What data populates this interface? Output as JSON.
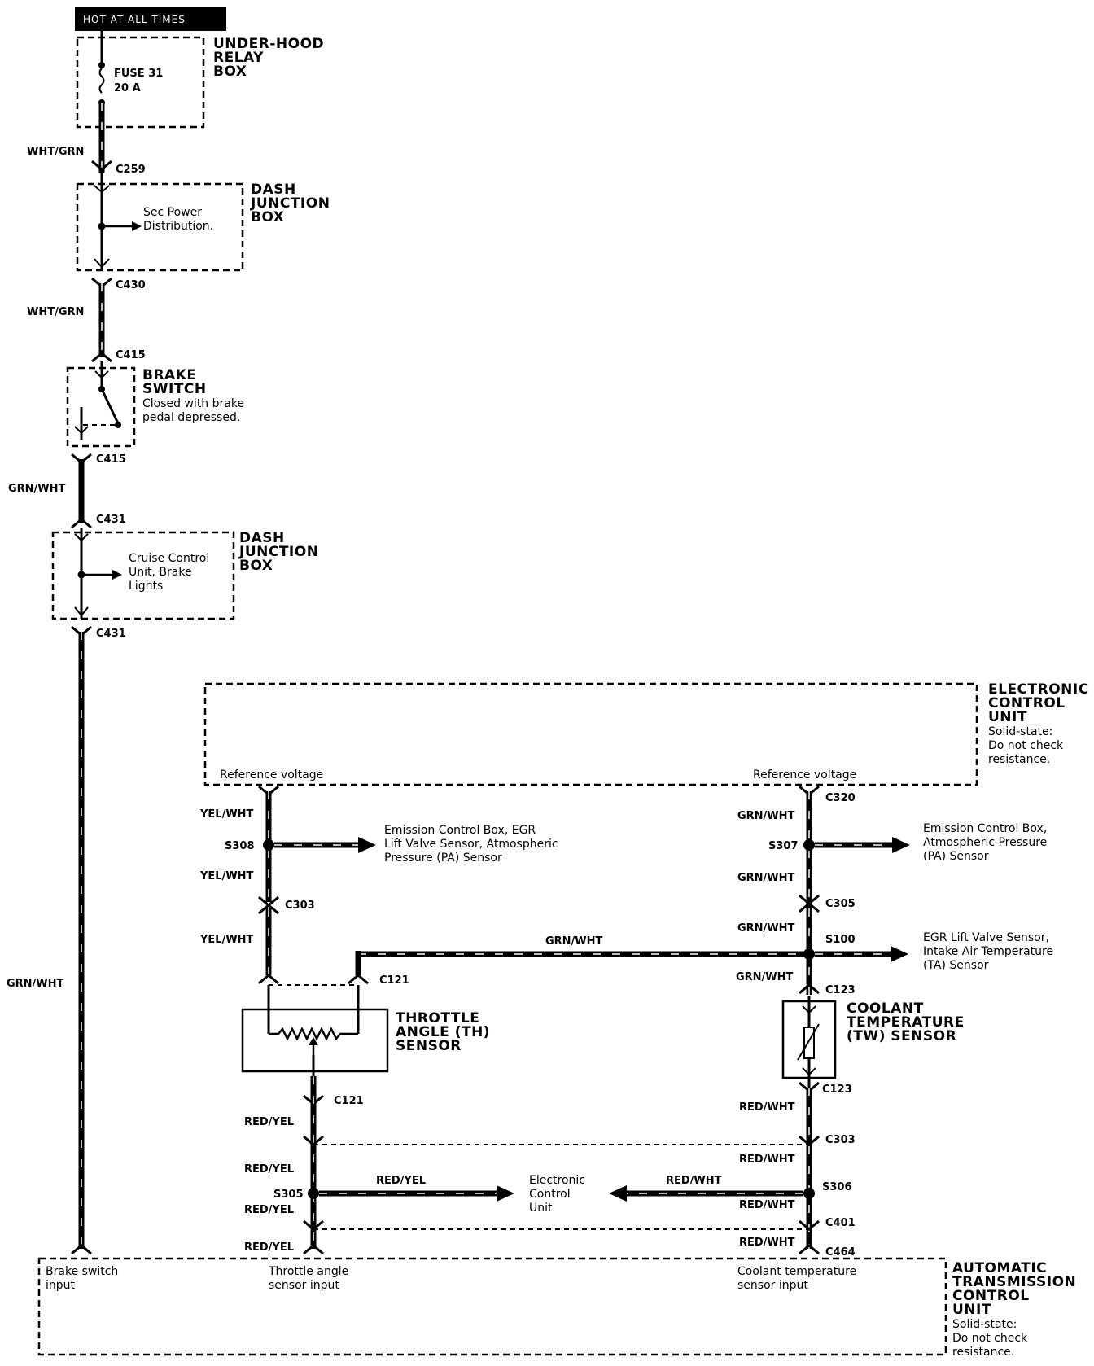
{
  "header": {
    "hot_label": "HOT AT ALL TIMES"
  },
  "under_hood_box": {
    "title_lines": [
      "UNDER-HOOD",
      "RELAY",
      "BOX"
    ],
    "fuse_name": "FUSE 31",
    "fuse_rating": "20 A"
  },
  "dash_box_1": {
    "title_lines": [
      "DASH",
      "JUNCTION",
      "BOX"
    ],
    "branch_lines": [
      "Sec Power",
      "Distribution."
    ]
  },
  "brake_switch": {
    "title_lines": [
      "BRAKE",
      "SWITCH"
    ],
    "note_lines": [
      "Closed with brake",
      "pedal depressed."
    ]
  },
  "dash_box_2": {
    "title_lines": [
      "DASH",
      "JUNCTION",
      "BOX"
    ],
    "branch_lines": [
      "Cruise Control",
      "Unit, Brake",
      "Lights"
    ]
  },
  "ecu_top": {
    "title_lines": [
      "ELECTRONIC",
      "CONTROL",
      "UNIT"
    ],
    "note_lines": [
      "Solid-state:",
      "Do not check",
      "resistance."
    ],
    "ref_left": "Reference voltage",
    "ref_right": "Reference voltage"
  },
  "throttle_sensor": {
    "title_lines": [
      "THROTTLE",
      "ANGLE (TH)",
      "SENSOR"
    ]
  },
  "coolant_sensor": {
    "title_lines": [
      "COOLANT",
      "TEMPERATURE",
      "(TW) SENSOR"
    ]
  },
  "branches": {
    "s308": [
      "Emission Control Box, EGR",
      "Lift Valve Sensor, Atmospheric",
      "Pressure (PA) Sensor"
    ],
    "s307": [
      "Emission Control Box,",
      "Atmospheric Pressure",
      "(PA) Sensor"
    ],
    "s100": [
      "EGR Lift Valve Sensor,",
      "Intake Air Temperature",
      "(TA) Sensor"
    ],
    "ecu_mid": [
      "Electronic",
      "Control",
      "Unit"
    ]
  },
  "atcu": {
    "title_lines": [
      "AUTOMATIC",
      "TRANSMISSION",
      "CONTROL",
      "UNIT"
    ],
    "note_lines": [
      "Solid-state:",
      "Do not check",
      "resistance."
    ],
    "pin1": [
      "Brake switch",
      "input"
    ],
    "pin2": [
      "Throttle angle",
      "sensor input"
    ],
    "pin3": [
      "Coolant temperature",
      "sensor input"
    ]
  },
  "wires": {
    "wht_grn": "WHT/GRN",
    "grn_wht": "GRN/WHT",
    "yel_wht": "YEL/WHT",
    "red_yel": "RED/YEL",
    "red_wht": "RED/WHT"
  },
  "connectors": {
    "c259": "C259",
    "c430": "C430",
    "c415": "C415",
    "c431": "C431",
    "c320": "C320",
    "c303": "C303",
    "c305": "C305",
    "c121": "C121",
    "c123": "C123",
    "c401": "C401",
    "c464": "C464",
    "s308": "S308",
    "s307": "S307",
    "s100": "S100",
    "s305": "S305",
    "s306": "S306"
  }
}
